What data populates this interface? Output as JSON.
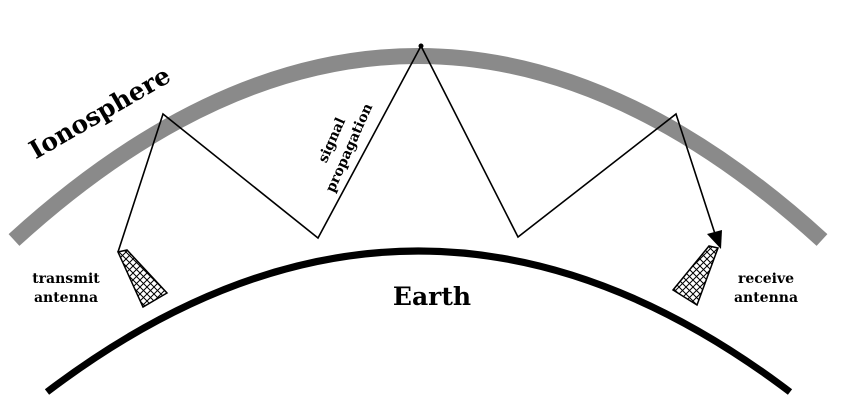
{
  "labels": {
    "ionosphere": "Ionosphere",
    "earth": "Earth",
    "signal_line1": "signal",
    "signal_line2": "propagation",
    "transmit_line1": "transmit",
    "transmit_line2": "antenna",
    "receive_line1": "receive",
    "receive_line2": "antenna"
  },
  "colors": {
    "ionosphere": "#8a8a8a",
    "earth": "#000000",
    "signal": "#000000",
    "background": "#ffffff"
  }
}
